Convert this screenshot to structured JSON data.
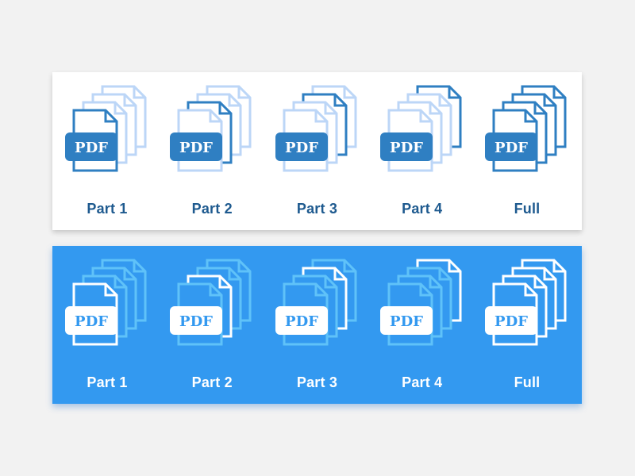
{
  "colors": {
    "light_panel_bg": "#ffffff",
    "light_primary": "#2f7fc2",
    "light_secondary": "#bcd6f7",
    "blue_panel_bg": "#3399f0",
    "blue_primary": "#ffffff",
    "blue_secondary": "#5fc2f9",
    "badge_text_blue_panel": "#3399f0"
  },
  "badge_text": "PDF",
  "panels": [
    {
      "theme": "light",
      "items": [
        {
          "label": "Part 1",
          "icon": "pdf-part-1-icon"
        },
        {
          "label": "Part 2",
          "icon": "pdf-part-2-icon"
        },
        {
          "label": "Part 3",
          "icon": "pdf-part-3-icon"
        },
        {
          "label": "Part 4",
          "icon": "pdf-part-4-icon"
        },
        {
          "label": "Full",
          "icon": "pdf-full-icon"
        }
      ]
    },
    {
      "theme": "blue",
      "items": [
        {
          "label": "Part 1",
          "icon": "pdf-part-1-icon"
        },
        {
          "label": "Part 2",
          "icon": "pdf-part-2-icon"
        },
        {
          "label": "Part 3",
          "icon": "pdf-part-3-icon"
        },
        {
          "label": "Part 4",
          "icon": "pdf-part-4-icon"
        },
        {
          "label": "Full",
          "icon": "pdf-full-icon"
        }
      ]
    }
  ]
}
